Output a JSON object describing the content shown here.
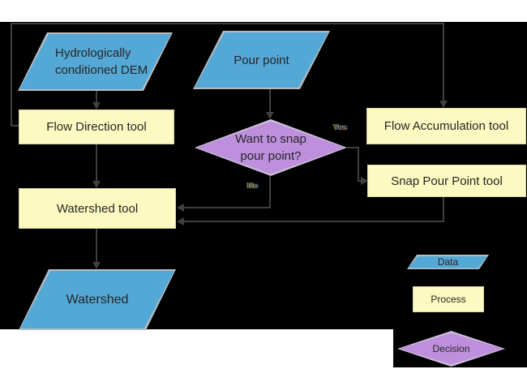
{
  "nodes": {
    "dem": {
      "label": "Hydrologically conditioned DEM",
      "type": "data"
    },
    "pour_point": {
      "label": "Pour point",
      "type": "data"
    },
    "flow_direction": {
      "label": "Flow Direction tool",
      "type": "process"
    },
    "flow_accumulation": {
      "label": "Flow Accumulation tool",
      "type": "process"
    },
    "snap_pour_point": {
      "label": "Snap Pour Point tool",
      "type": "process"
    },
    "decision": {
      "label": "Want to snap pour point?",
      "type": "decision"
    },
    "watershed_tool": {
      "label": "Watershed tool",
      "type": "process"
    },
    "watershed": {
      "label": "Watershed",
      "type": "data"
    }
  },
  "edge_labels": {
    "yes": "Yes",
    "no": "No"
  },
  "legend": {
    "data": "Data",
    "process": "Process",
    "decision": "Decision"
  },
  "colors": {
    "data_fill": "#54a8d5",
    "process_fill": "#fcfac0",
    "decision_fill": "#be8fdd",
    "connector": "#3f3f3f",
    "background": "#000000",
    "canvas": "#ffffff"
  }
}
